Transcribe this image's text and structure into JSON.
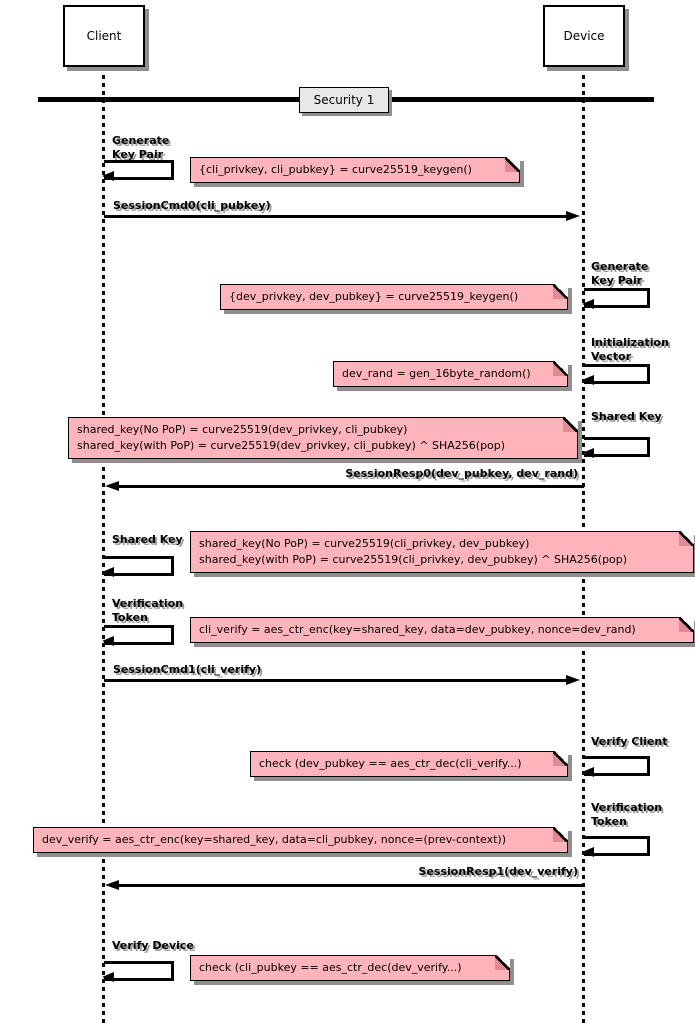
{
  "actors": {
    "client": "Client",
    "device": "Device"
  },
  "divider": {
    "label": "Security 1"
  },
  "colors": {
    "note_bg": "#ffb3ba",
    "shadow": "#8f8f8f",
    "divider_bg": "#e8e8e8",
    "line": "#000000"
  },
  "client_actions": {
    "generate_key_pair": "Generate\nKey Pair",
    "shared_key": "Shared Key",
    "verification_token": "Verification\nToken",
    "verify_device": "Verify Device"
  },
  "device_actions": {
    "generate_key_pair": "Generate\nKey Pair",
    "initialization_vector": "Initialization\nVector",
    "shared_key": "Shared Key",
    "verify_client": "Verify Client",
    "verification_token": "Verification\nToken"
  },
  "messages": {
    "session_cmd0": "SessionCmd0(cli_pubkey)",
    "session_resp0": "SessionResp0(dev_pubkey, dev_rand)",
    "session_cmd1": "SessionCmd1(cli_verify)",
    "session_resp1": "SessionResp1(dev_verify)"
  },
  "notes": {
    "cli_keygen": "{cli_privkey, cli_pubkey} = curve25519_keygen()",
    "dev_keygen": "{dev_privkey, dev_pubkey} = curve25519_keygen()",
    "dev_rand": "dev_rand = gen_16byte_random()",
    "dev_shared_key": "shared_key(No PoP) = curve25519(dev_privkey, cli_pubkey)\nshared_key(with PoP) = curve25519(dev_privkey, cli_pubkey) ^ SHA256(pop)",
    "cli_shared_key": "shared_key(No PoP) = curve25519(cli_privkey, dev_pubkey)\nshared_key(with PoP) = curve25519(cli_privkey, dev_pubkey) ^ SHA256(pop)",
    "cli_verify": "cli_verify = aes_ctr_enc(key=shared_key, data=dev_pubkey, nonce=dev_rand)",
    "check_client": "check (dev_pubkey == aes_ctr_dec(cli_verify...)",
    "dev_verify": "dev_verify = aes_ctr_enc(key=shared_key, data=cli_pubkey, nonce=(prev-context))",
    "check_device": "check (cli_pubkey == aes_ctr_dec(dev_verify...)"
  }
}
